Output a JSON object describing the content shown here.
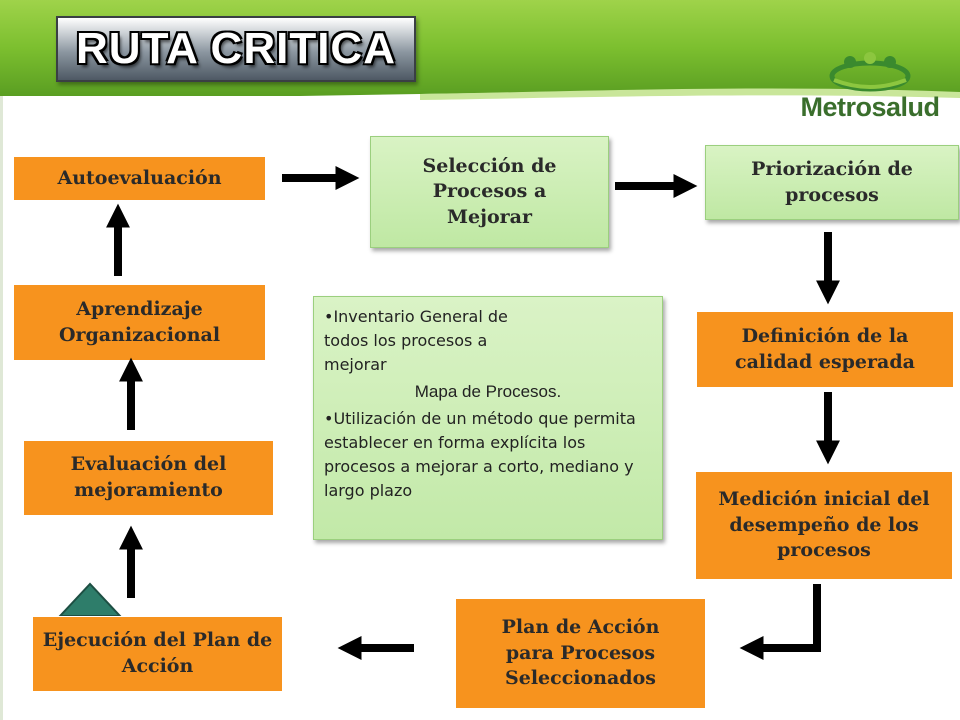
{
  "slide": {
    "title": "RUTA CRITICA",
    "logo": {
      "brand": "Metrosalud",
      "icon": "people-circle-logo-icon",
      "color": "#3a6e2c"
    },
    "colors": {
      "band": "#7cbf2f",
      "band_dark": "#5a9e22",
      "node": "#f7931e",
      "green_box": "#c8ecae"
    }
  },
  "nodes": {
    "autoevaluacion": "Autoevaluación",
    "seleccion": "Selección de Procesos a Mejorar",
    "priorizacion": "Priorización de procesos",
    "definicion": "Definición de la calidad esperada",
    "medicion": "Medición inicial del desempeño de los procesos",
    "plan": "Plan de Acción para Procesos Seleccionados",
    "ejecucion": "Ejecución del Plan de Acción",
    "evaluacion": "Evaluación del mejoramiento",
    "aprendizaje": "Aprendizaje Organizacional"
  },
  "info": {
    "bullet1": "•Inventario General de todos los procesos a mejorar",
    "sub": "Mapa de Procesos.",
    "bullet2": "•Utilización de un método que permita establecer en forma explícita los procesos a mejorar a corto, mediano y largo plazo"
  }
}
